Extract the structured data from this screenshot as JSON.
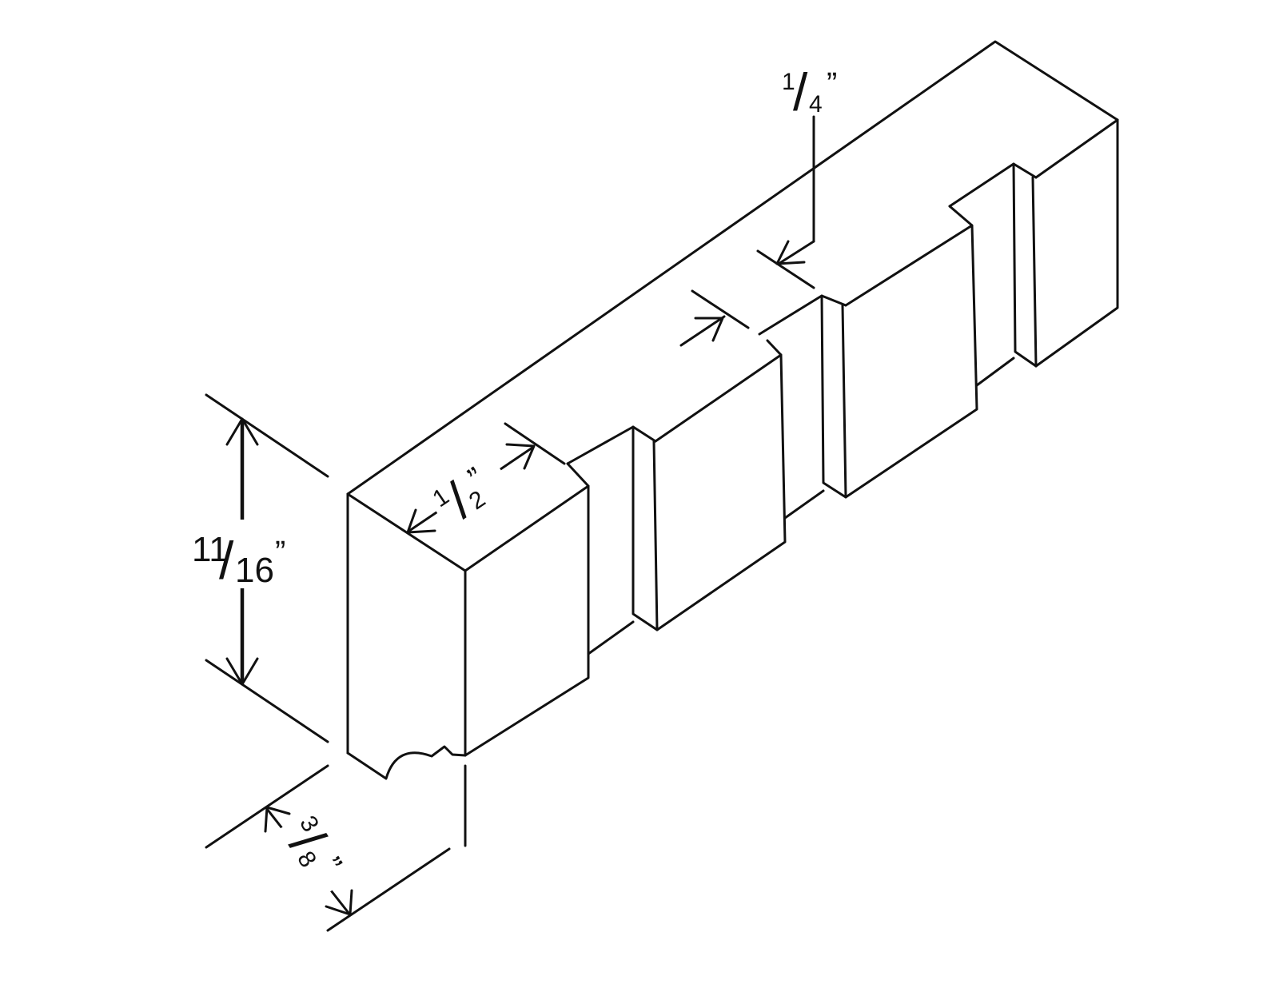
{
  "dimensions": {
    "height": {
      "whole": "11",
      "den": "16",
      "quote": "”"
    },
    "width": {
      "num": "1",
      "den": "2",
      "quote": "”"
    },
    "depth": {
      "num": "3",
      "den": "8",
      "quote": "”"
    },
    "slot": {
      "num": "1",
      "den": "4",
      "quote": "”"
    }
  },
  "glyphs": {
    "slash": "/"
  }
}
